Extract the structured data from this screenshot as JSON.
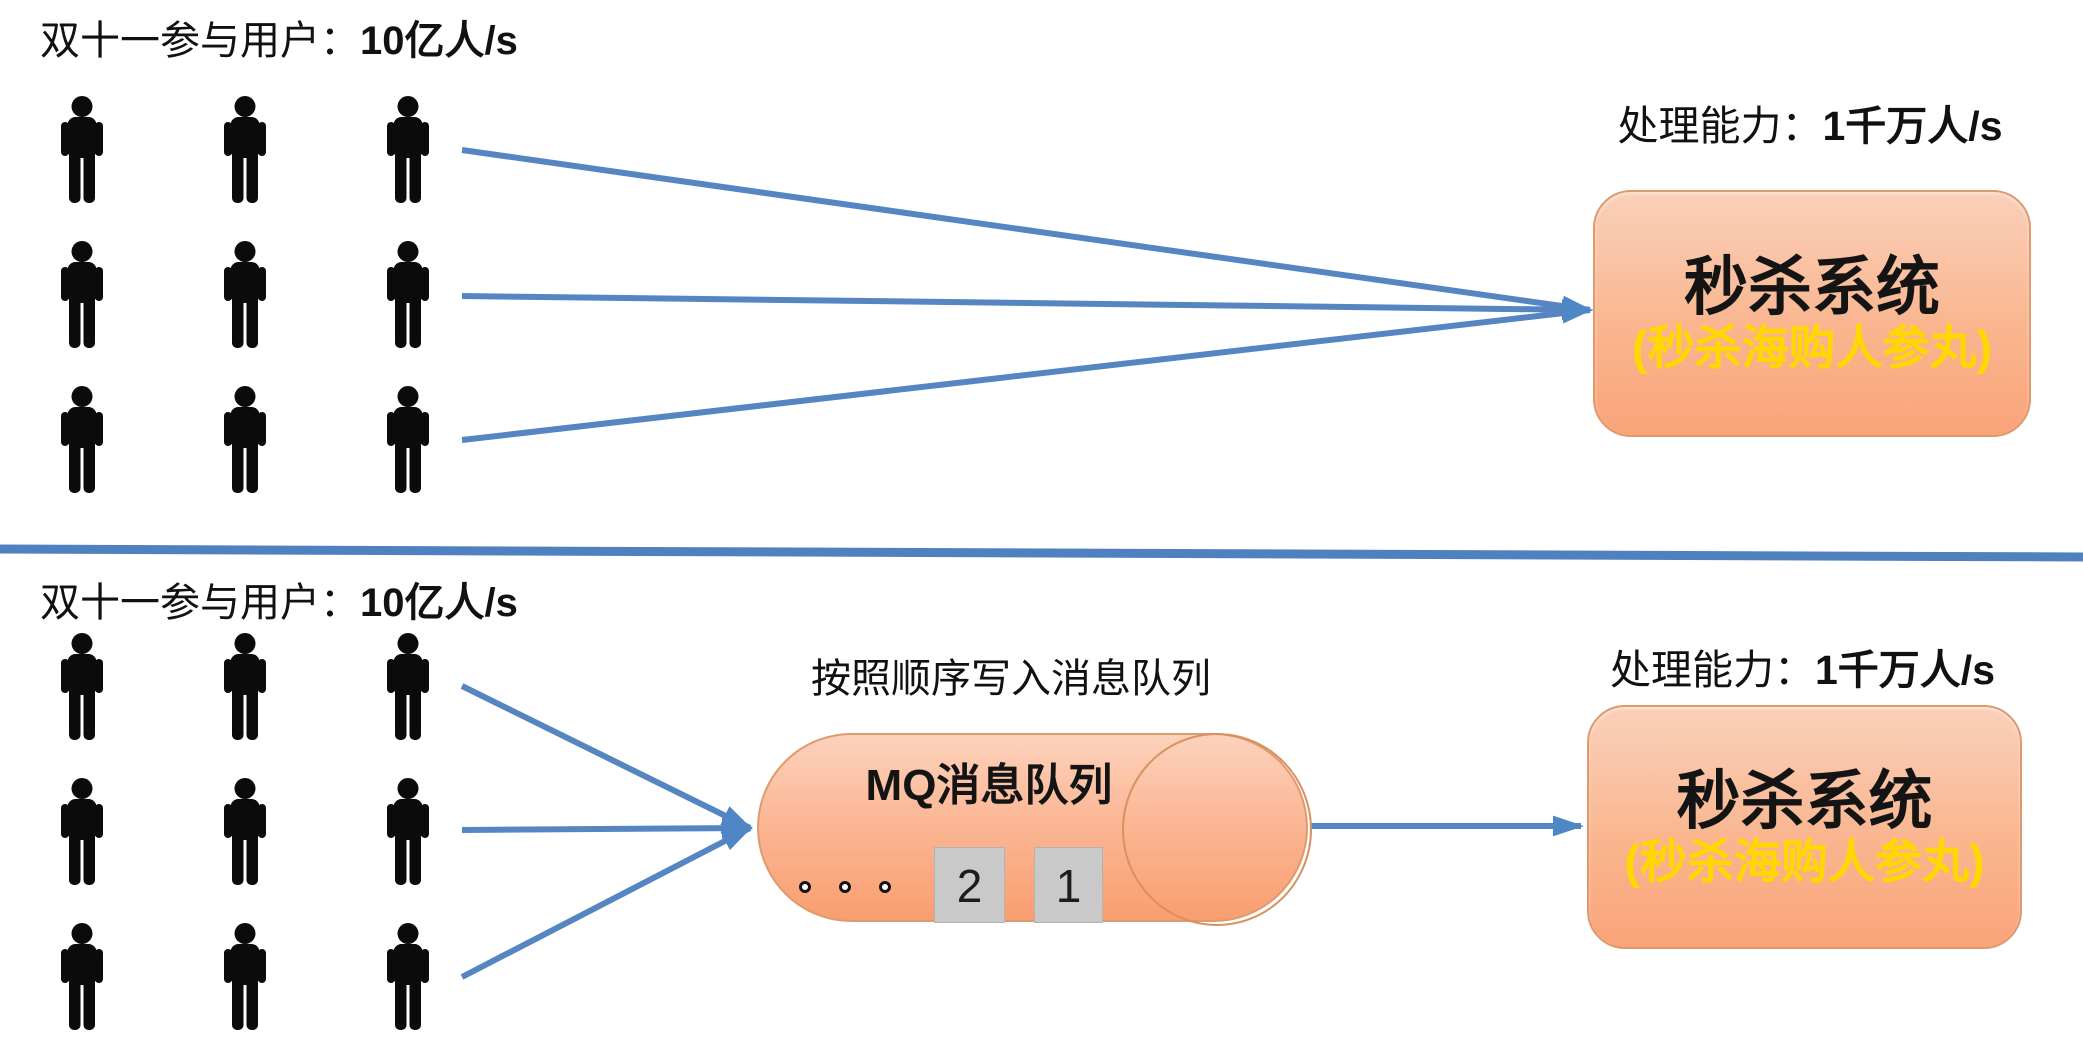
{
  "top": {
    "users_label_prefix": "双十一参与用户：",
    "users_label_value": "10亿人/s",
    "users_grid": {
      "rows": 3,
      "cols": 3
    },
    "capacity_label_prefix": "处理能力：",
    "capacity_label_value": "1千万人/s",
    "box_title": "秒杀系统",
    "box_subtitle": "(秒杀海购人参丸)"
  },
  "bottom": {
    "users_label_prefix": "双十一参与用户：",
    "users_label_value": "10亿人/s",
    "users_grid": {
      "rows": 3,
      "cols": 3
    },
    "queue_note": "按照顺序写入消息队列",
    "mq_title": "MQ消息队列",
    "queue_pending_dots": 3,
    "queue_items": [
      "2",
      "1"
    ],
    "capacity_label_prefix": "处理能力：",
    "capacity_label_value": "1千万人/s",
    "box_title": "秒杀系统",
    "box_subtitle": "(秒杀海购人参丸)"
  },
  "colors": {
    "arrow_blue": "#5586C1",
    "divider_blue": "#4E81BD",
    "box_fill_light": "#FAD0BA",
    "box_fill_deep": "#FAA379",
    "box_border": "#DE9A6F",
    "subtitle_yellow": "#FFD800",
    "queue_item_gray": "#C9C9C9",
    "person_black": "#0b0b0b"
  }
}
